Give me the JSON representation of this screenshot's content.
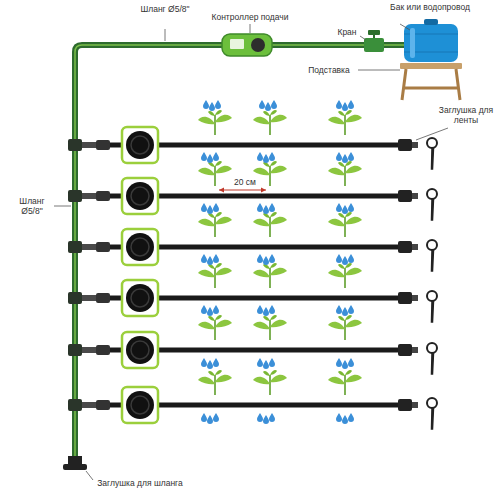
{
  "diagram": {
    "labels": [
      "Шланг Ø5/8\"",
      "Контроллер подачи",
      "Бак или водопровод",
      "Кран",
      "Подставка",
      "Заглушка для ленты",
      "20 см",
      "Шланг Ø5/8\"",
      "Заглушка для шланга"
    ]
  }
}
